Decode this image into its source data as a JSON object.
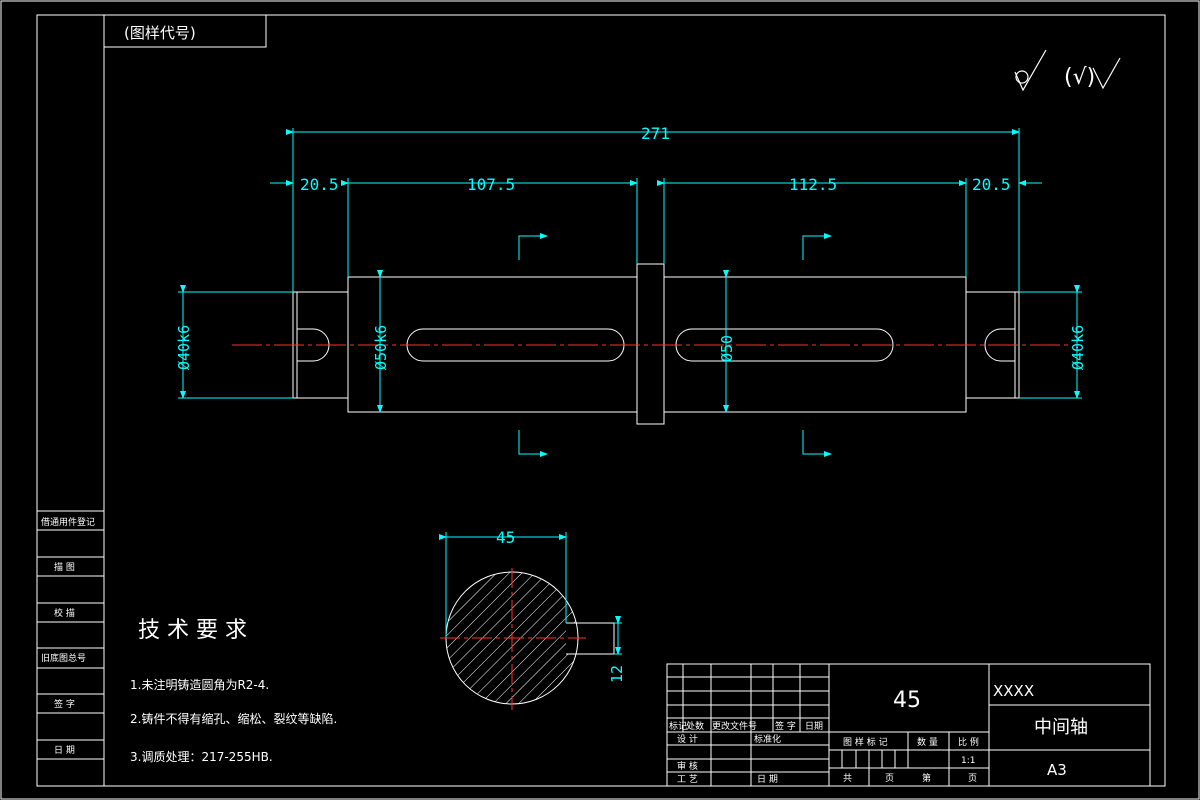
{
  "drawing": {
    "tag_label": "(图样代号)",
    "roughness_note": "(√)"
  },
  "shaft_dimensions": {
    "overall_length": "271",
    "left_end": "20.5",
    "left_span": "107.5",
    "right_span": "112.5",
    "right_end": "20.5",
    "left_bearing_dia": "Ø40k6",
    "left_journal_dia": "Ø50k6",
    "right_journal_dia": "Ø50",
    "right_bearing_dia": "Ø40k6"
  },
  "section_view": {
    "width_dim": "45",
    "keyway_dim": "12"
  },
  "tech_requirements": {
    "title": "技 术 要 求",
    "items": [
      "1.未注明铸造圆角为R2-4.",
      "2.铸件不得有缩孔、缩松、裂纹等缺陷.",
      "3.调质处理：217-255HB."
    ]
  },
  "left_column": {
    "items": [
      "借通用件登记",
      "描 图",
      "校 描",
      "旧底图总号",
      "签 字",
      "日 期"
    ]
  },
  "title_block": {
    "material": "45",
    "company": "XXXX",
    "part_name": "中间轴",
    "sheet_size": "A3",
    "rev_headers": [
      "标记",
      "处数",
      "更改文件号",
      "签 字",
      "日期"
    ],
    "role_design": "设 计",
    "role_standard": "标准化",
    "role_review": "审 核",
    "role_process": "工 艺",
    "role_date": "日 期",
    "mark_label": "图 样 标 记",
    "qty_label": "数 量",
    "scale_label": "比 例",
    "scale_value": "1:1",
    "total_label": "共",
    "page_label1": "页",
    "sheet_label": "第",
    "page_label2": "页"
  }
}
